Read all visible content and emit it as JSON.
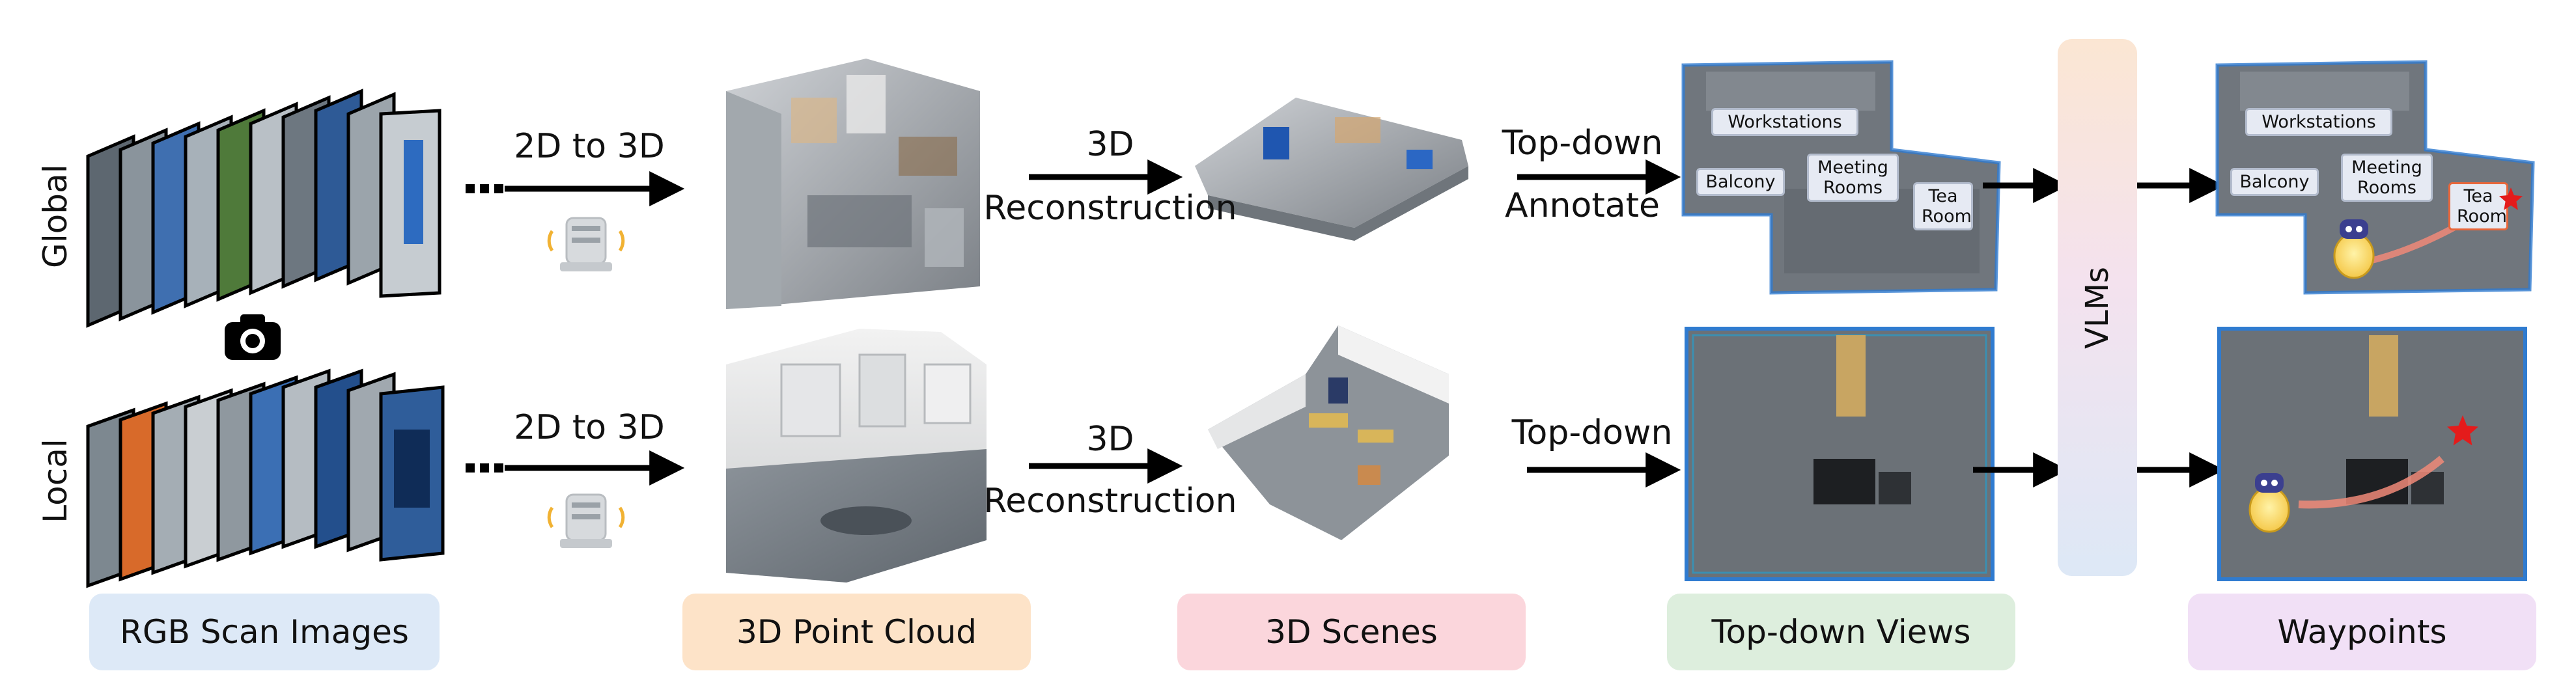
{
  "row_labels": {
    "global": "Global",
    "local": "Local"
  },
  "arrows": {
    "to3d_top": "2D to 3D",
    "to3d_bottom": "2D to 3D",
    "recon_top_1": "3D",
    "recon_top_2": "Reconstruction",
    "recon_bottom_1": "3D",
    "recon_bottom_2": "Reconstruction",
    "topdown_top_1": "Top-down",
    "topdown_top_2": "Annotate",
    "topdown_bottom": "Top-down"
  },
  "vlm_label": "VLMs",
  "stages": [
    {
      "label": "RGB Scan Images",
      "color": "#dde9f7"
    },
    {
      "label": "3D Point Cloud",
      "color": "#fde3c8"
    },
    {
      "label": "3D Scenes",
      "color": "#fbd6dc"
    },
    {
      "label": "Top-down Views",
      "color": "#ddeedd"
    },
    {
      "label": "Waypoints",
      "color": "#f1e0f6"
    }
  ],
  "rooms_annotated": {
    "workstations": "Workstations",
    "balcony": "Balcony",
    "meeting": "Meeting Rooms",
    "tea": "Tea Room"
  },
  "rooms_waypoint": {
    "workstations": "Workstations",
    "balcony": "Balcony",
    "meeting": "Meeting Rooms",
    "tea": "Tea Room"
  },
  "icons": [
    "camera-icon",
    "scanner-icon",
    "robot-icon",
    "star-icon"
  ],
  "colors": {
    "arrow": "#000000",
    "star": "#e41b1b",
    "path": "#f08a78"
  }
}
